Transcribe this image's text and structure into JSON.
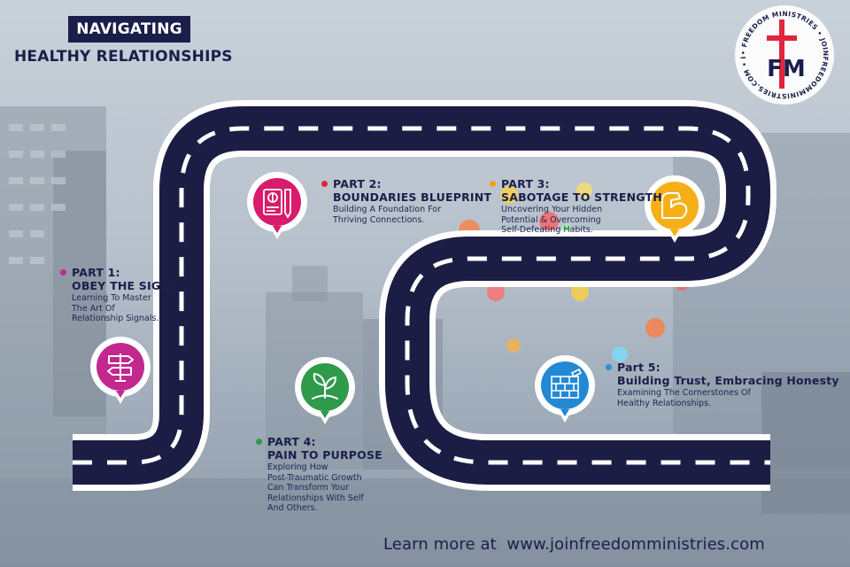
{
  "header": {
    "title": "NAVIGATING",
    "subtitle": "HEALTHY RELATIONSHIPS"
  },
  "logo": {
    "initials": "FM",
    "ring_text": "• FREEDOM MINISTRIES • JOINFREEDOMMINISTRIES.COM • IT IS FOR FREEDOM THAT CHRIST HAS SET US FREE "
  },
  "parts": [
    {
      "part_label": "PART 1:",
      "title": "OBEY THE SIGNS",
      "description_lines": [
        "Learning To Master",
        "The Art Of",
        "Relationship Signals."
      ],
      "dot_color": "#c2288e",
      "icon": "signpost-icon",
      "icon_color": "#c2288e"
    },
    {
      "part_label": "PART 2:",
      "title": "BOUNDARIES BLUEPRINT",
      "description_lines": [
        "Building A Foundation For",
        "Thriving Connections."
      ],
      "dot_color": "#e0253d",
      "icon": "blueprint-icon",
      "icon_color": "#d81b6a"
    },
    {
      "part_label": "PART 3:",
      "title": "SABOTAGE TO STRENGTH",
      "description_lines": [
        "Uncovering Your Hidden",
        "Potential & Overcoming",
        "Self-Defeating Habits."
      ],
      "dot_color": "#f2a415",
      "icon": "flexed-arm-icon",
      "icon_color": "#f5b019"
    },
    {
      "part_label": "PART 4:",
      "title": "PAIN TO PURPOSE",
      "description_lines": [
        "Exploring How",
        "Post-Traumatic Growth",
        "Can Transform Your",
        "Relationships With Self",
        "And Others."
      ],
      "dot_color": "#2e9a4a",
      "icon": "sprout-icon",
      "icon_color": "#2e9a4a"
    },
    {
      "part_label": "Part 5:",
      "title": "Building Trust, Embracing Honesty",
      "description_lines": [
        "Examining The Cornerstones Of",
        "Healthy Relationships."
      ],
      "dot_color": "#2b8fd6",
      "icon": "brick-wall-icon",
      "icon_color": "#2389d4"
    }
  ],
  "footer": {
    "text": "Learn more at  www.joinfreedomministries.com"
  },
  "colors": {
    "navy": "#1a1e4a",
    "road": "#1b1d45",
    "road_border": "#ffffff"
  }
}
